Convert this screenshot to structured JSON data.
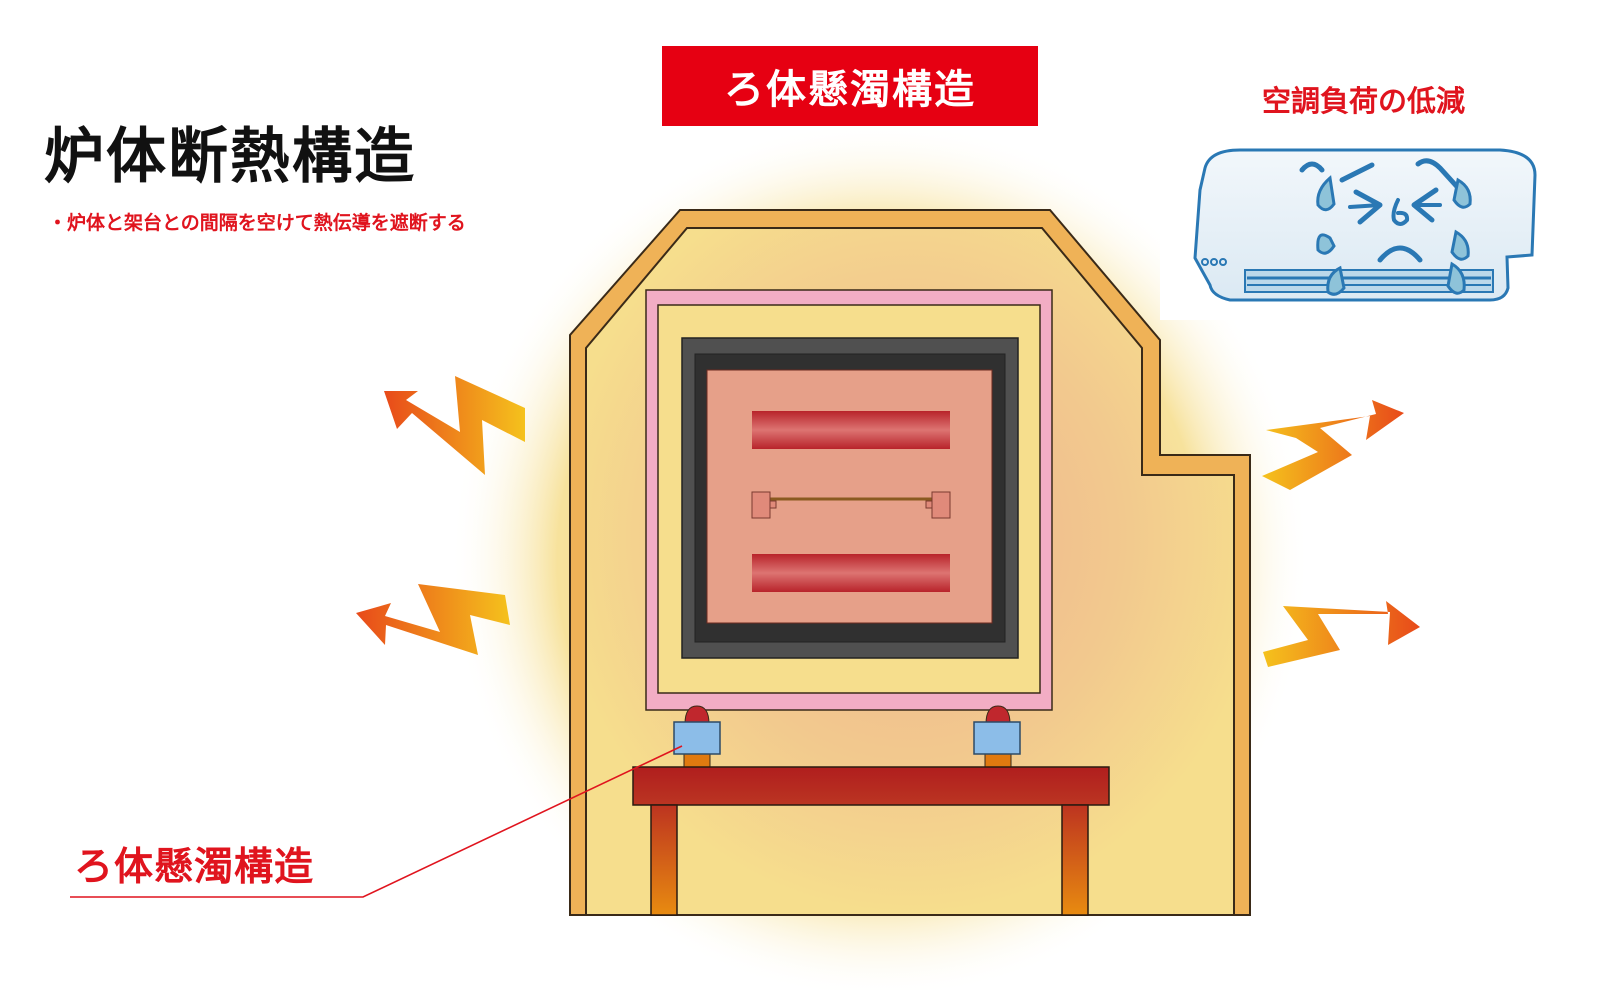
{
  "main_title": "炉体断熱構造",
  "bullet_text": "・炉体と架台との間隔を空けて熱伝導を遮断する",
  "banner_label": "ろ体懸濁構造",
  "ac_title": "空調負荷の低減",
  "callout_label": "ろ体懸濁構造",
  "colors": {
    "accent_red": "#e60012",
    "housing_orange": "#efb257",
    "insulation_pink": "#f2adc4",
    "insulation_yellow": "#f6de8d",
    "chamber_dark": "#333333",
    "chamber_inner": "#e6a089",
    "heater_red": "#c0272d",
    "mount_blue": "#8cbde8",
    "stand_red": "#b52020",
    "heat_arrow_start": "#f5c21c",
    "heat_arrow_end": "#e84a1a",
    "ac_blue": "#2a78b4"
  },
  "diagram": {
    "components": [
      {
        "id": "housing",
        "label": "furnace housing"
      },
      {
        "id": "insulation-outer",
        "label": "insulation layer (pink)"
      },
      {
        "id": "insulation-inner",
        "label": "insulation layer (yellow)"
      },
      {
        "id": "chamber",
        "label": "heating chamber"
      },
      {
        "id": "heater-top",
        "label": "heater element"
      },
      {
        "id": "heater-bottom",
        "label": "heater element"
      },
      {
        "id": "workpiece-rod",
        "label": "rod with end caps"
      },
      {
        "id": "mount-left",
        "label": "suspension mount"
      },
      {
        "id": "mount-right",
        "label": "suspension mount"
      },
      {
        "id": "stand",
        "label": "stand / frame"
      },
      {
        "id": "air-conditioner",
        "label": "sad air conditioner with sweat drops"
      }
    ],
    "heat_arrows": [
      {
        "side": "left",
        "direction": "up-left"
      },
      {
        "side": "left",
        "direction": "left"
      },
      {
        "side": "right",
        "direction": "up-right"
      },
      {
        "side": "right",
        "direction": "right"
      }
    ]
  }
}
